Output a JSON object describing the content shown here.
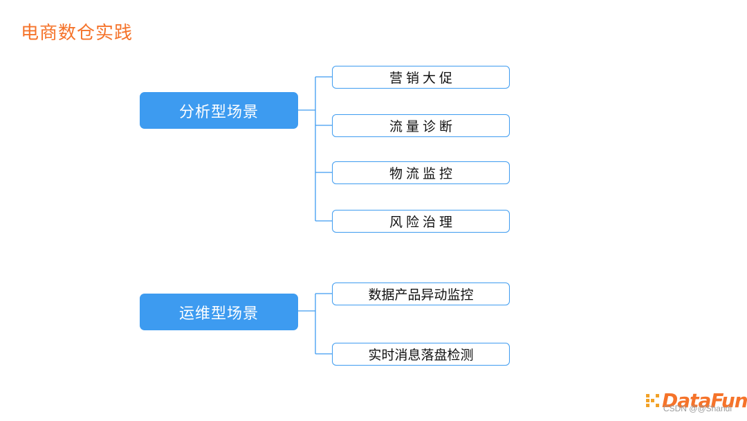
{
  "title": "电商数仓实践",
  "groups": [
    {
      "label": "分析型场景",
      "items": [
        "营销大促",
        "流量诊断",
        "物流监控",
        "风险治理"
      ]
    },
    {
      "label": "运维型场景",
      "items": [
        "数据产品异动监控",
        "实时消息落盘检测"
      ]
    }
  ],
  "logo": {
    "text": "DataFun"
  },
  "watermark": "CSDN @@Shandi",
  "colors": {
    "title": "#f5732a",
    "category_fill": "#3d9bf0",
    "item_border": "#3d9bf0",
    "connector": "#3d9bf0",
    "logo": "#f5732a"
  }
}
